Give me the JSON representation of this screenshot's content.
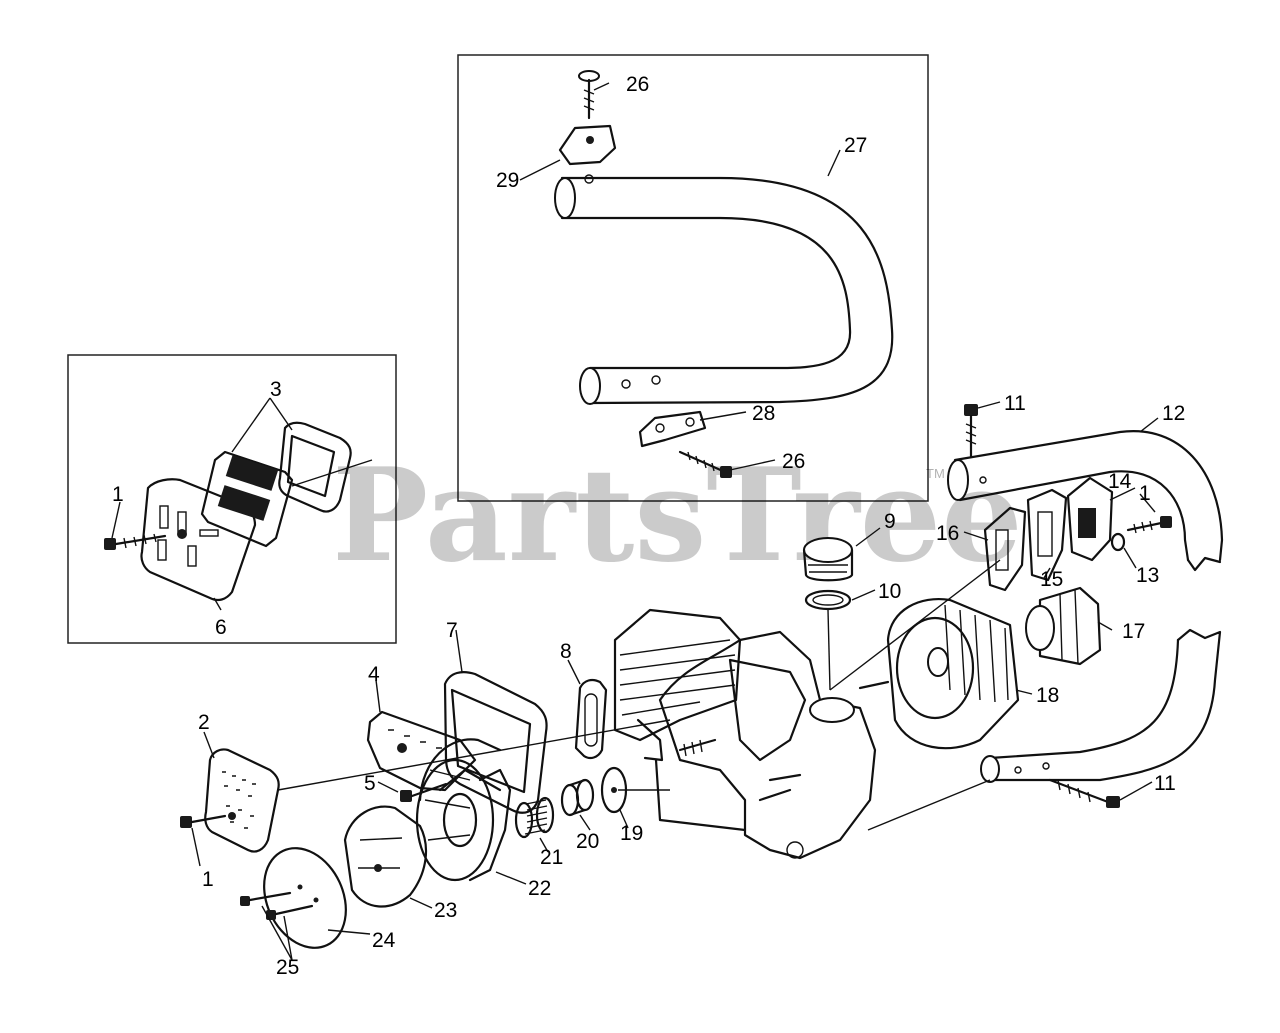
{
  "watermark": {
    "text": "PartsTree",
    "trademark": "TM"
  },
  "labels": [
    "1",
    "1",
    "1",
    "2",
    "3",
    "4",
    "5",
    "6",
    "7",
    "8",
    "9",
    "10",
    "11",
    "11",
    "12",
    "13",
    "14",
    "15",
    "16",
    "17",
    "18",
    "19",
    "20",
    "21",
    "22",
    "23",
    "24",
    "25",
    "26",
    "26",
    "27",
    "28",
    "29"
  ]
}
